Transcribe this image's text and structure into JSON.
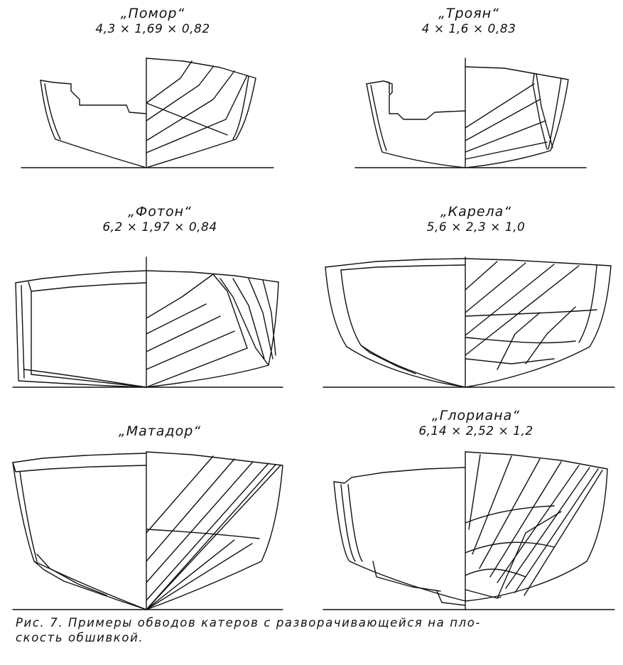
{
  "boats": [
    {
      "name": "„Помор“",
      "dims": "4,3 × 1,69 × 0,82"
    },
    {
      "name": "„Троян“",
      "dims": "4 × 1,6 × 0,83"
    },
    {
      "name": "„Фотон“",
      "dims": "6,2 × 1,97 × 0,84"
    },
    {
      "name": "„Карела“",
      "dims": "5,6 × 2,3 × 1,0"
    },
    {
      "name": "„Матадор“",
      "dims": ""
    },
    {
      "name": "„Глориана“",
      "dims": "6,14 × 2,52 × 1,2"
    }
  ],
  "caption": {
    "line1": "Рис. 7. Примеры обводов катеров с разворачивающейся на пло-",
    "line2": "скость обшивкой."
  }
}
